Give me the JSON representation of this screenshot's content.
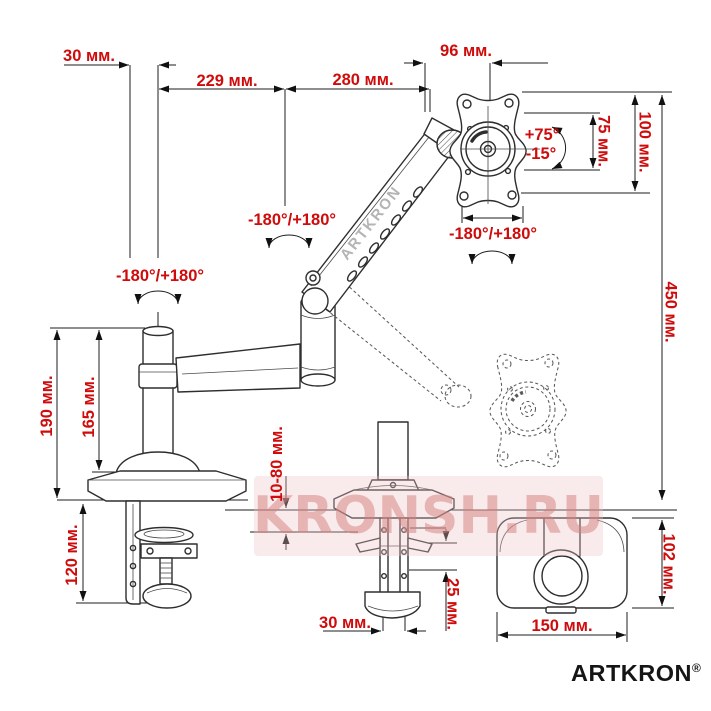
{
  "branding": {
    "arm_text": "ARTKRON",
    "watermark": "KRONSH.RU",
    "logo_text": "ARTKRON",
    "registered_mark": "®"
  },
  "colors": {
    "dimension_red": "#cf0b0b",
    "line_black": "#2e2e2e",
    "arm_text_gray": "#b4b4b4",
    "watermark_pink": "#e9b9b9"
  },
  "dimensions": {
    "pole_diameter": "30 мм.",
    "lower_arm_reach": "229 мм.",
    "upper_arm_reach": "280 мм.",
    "head_offset": "96 мм.",
    "tilt_up": "+75°",
    "tilt_down": "-15°",
    "vesa_spacing": "75 мм.",
    "vesa_plate_height": "100 мм.",
    "max_height": "450 мм.",
    "pole_rotation": "-180°/+180°",
    "elbow_rotation": "-180°/+180°",
    "head_rotation": "-180°/+180°",
    "pole_above_desk": "190 мм.",
    "pole_above_base": "165 мм.",
    "clamp_height": "120 мм.",
    "desk_thickness": "10-80 мм.",
    "grommet_insert_depth": "25 мм.",
    "grommet_hole_diameter": "30 мм.",
    "base_depth": "102 мм.",
    "base_width": "150 мм."
  }
}
